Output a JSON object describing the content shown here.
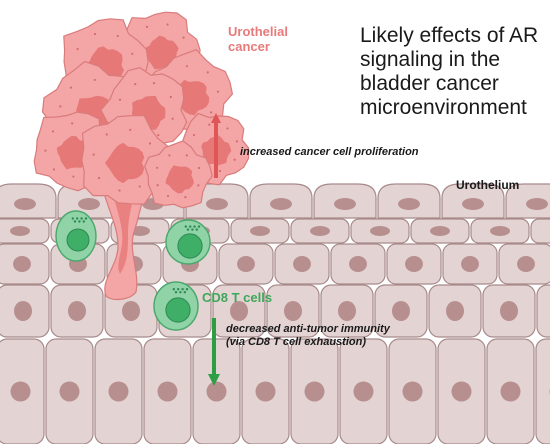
{
  "title": "Likely effects of AR signaling in the bladder cancer microenvironment",
  "labels": {
    "cancer": "Urothelial cancer",
    "urothelium": "Urothelium",
    "cd8": "CD8 T cells"
  },
  "annotations": {
    "proliferation": "increased cancer cell proliferation",
    "immunity": "decreased anti-tumor immunity (via CD8 T cell exhaustion)"
  },
  "colors": {
    "cancer_cell": "#f4a6a6",
    "cancer_nucleus": "#e67878",
    "cancer_label": "#e77a7a",
    "epithelial_cell": "#e3d3d3",
    "epithelial_nucleus": "#b88f8f",
    "t_cell": "#8fd3a6",
    "t_cell_nucleus": "#3fae66",
    "up_arrow": "#e05555",
    "down_arrow": "#2e9e44"
  },
  "arrows": {
    "proliferation_direction": "up",
    "immunity_direction": "down"
  }
}
